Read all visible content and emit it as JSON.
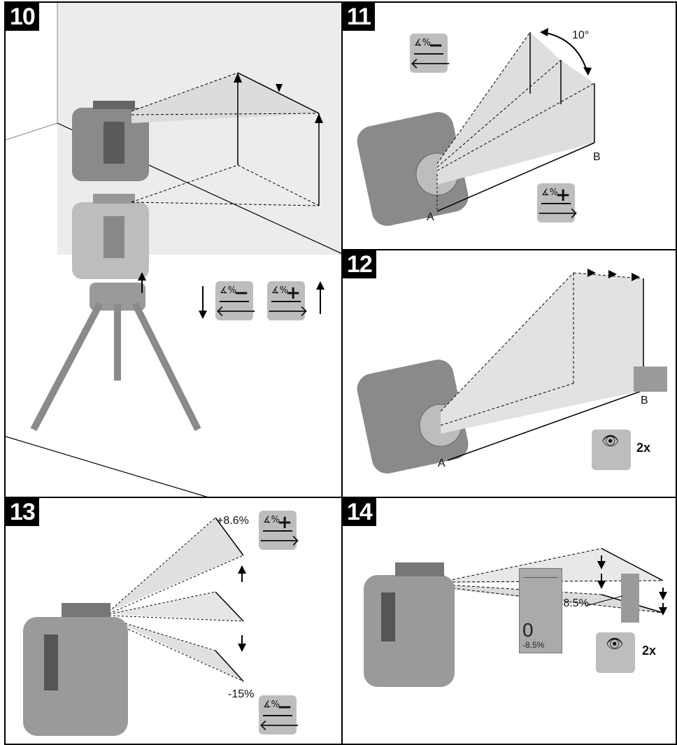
{
  "panels": {
    "p10": {
      "number": "10"
    },
    "p11": {
      "number": "11",
      "angle": "10°",
      "point_a": "A",
      "point_b": "B"
    },
    "p12": {
      "number": "12",
      "point_a": "A",
      "point_b": "B",
      "times": "2x"
    },
    "p13": {
      "number": "13",
      "upper_grade": "+8.6%",
      "lower_grade": "-15%"
    },
    "p14": {
      "number": "14",
      "grade": "-8.5%",
      "display_main": "0",
      "display_sub": "-8.5%",
      "times": "2x"
    }
  },
  "buttons": {
    "minus_sign": "−",
    "plus_sign": "+",
    "slope_symbol": "∡%",
    "left_arrow": "🡐",
    "right_arrow": "🡒"
  },
  "colors": {
    "button_gray": "#bdbdbd",
    "device_gray": "#8a8a8a",
    "beam_fill": "#e6e6e6"
  }
}
